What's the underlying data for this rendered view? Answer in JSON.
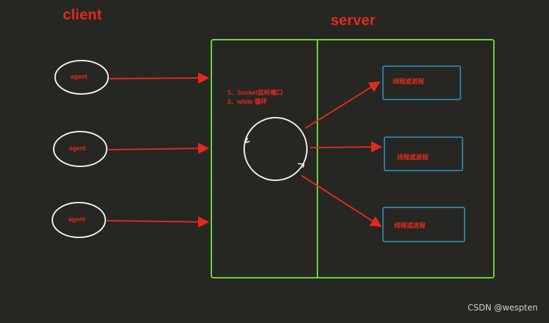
{
  "client": {
    "title": "client"
  },
  "server": {
    "title": "server"
  },
  "agents": [
    {
      "label": "agent"
    },
    {
      "label": "agent"
    },
    {
      "label": "agent"
    }
  ],
  "notes": {
    "line1": "1、Socket监听端口",
    "line2": "2、while 循环"
  },
  "workers": [
    {
      "label": "线程或进程"
    },
    {
      "label": "线程或进程"
    },
    {
      "label": "线程或进程"
    }
  ],
  "watermark": "CSDN @wespten",
  "colors": {
    "background": "#262723",
    "accent_red": "#e5291f",
    "server_green": "#6edb3a",
    "worker_blue": "#2e9ad6",
    "outline_white": "#f2f2f2"
  }
}
